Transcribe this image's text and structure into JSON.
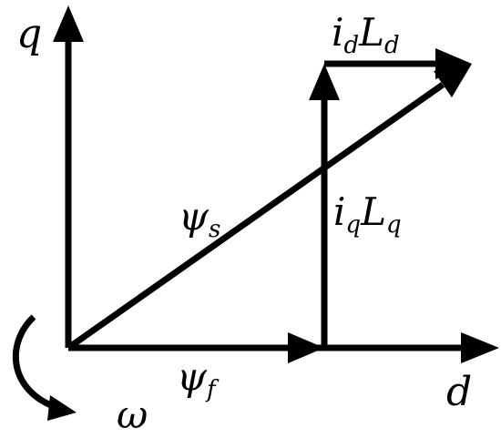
{
  "axes": {
    "q": "q",
    "d": "d"
  },
  "rotation": {
    "symbol": "ω"
  },
  "vectors": {
    "psi_s": {
      "symbol": "ψ",
      "subscript": "s"
    },
    "psi_f": {
      "symbol": "ψ",
      "subscript": "f"
    },
    "iq_lq": {
      "i": "i",
      "i_sub": "q",
      "l": "L",
      "l_sub": "q"
    },
    "id_ld": {
      "i": "i",
      "i_sub": "d",
      "l": "L",
      "l_sub": "d"
    }
  },
  "colors": {
    "stroke": "#000000",
    "background": "#ffffff"
  }
}
